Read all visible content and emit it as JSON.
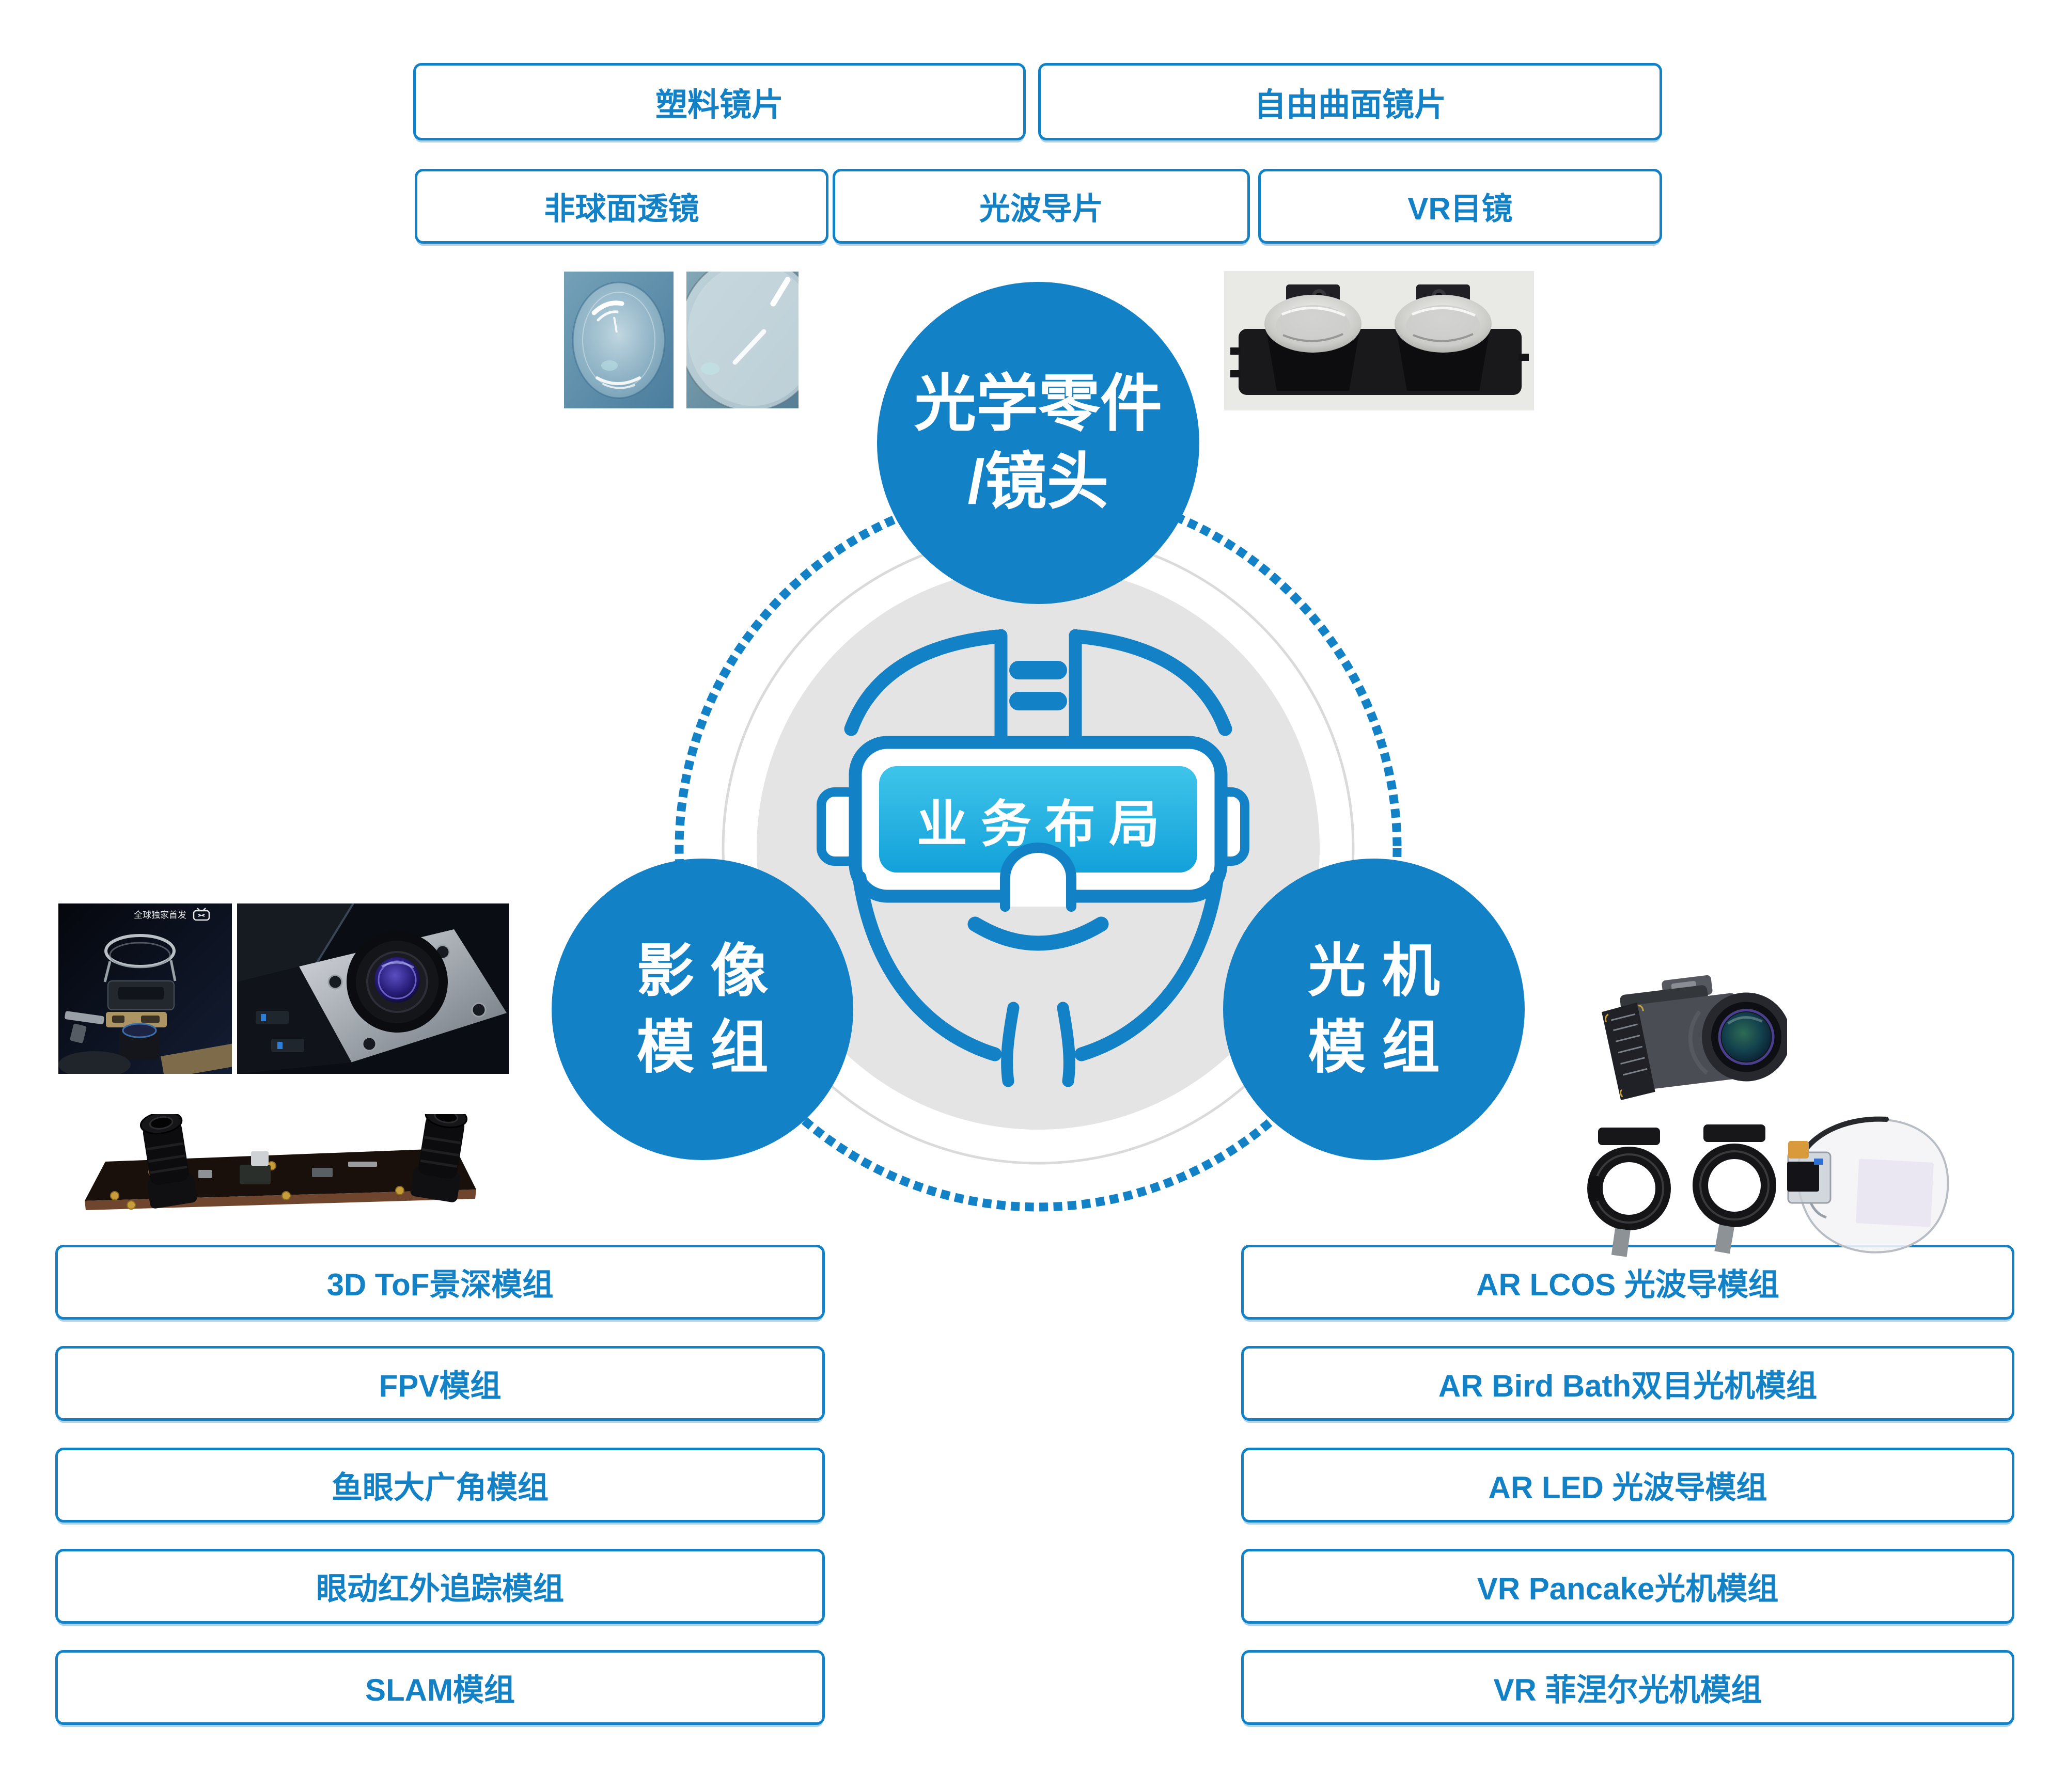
{
  "diagram": {
    "center_title": "业务布局",
    "categories": {
      "optics": {
        "line1": "光学零件",
        "line2": "/镜头"
      },
      "imaging": {
        "line1": "影 像",
        "line2": "模 组"
      },
      "light_engine": {
        "line1": "光 机",
        "line2": "模 组"
      }
    },
    "optics_items": [
      "塑料镜片",
      "自由曲面镜片",
      "非球面透镜",
      "光波导片",
      "VR目镜"
    ],
    "imaging_items": [
      "3D ToF景深模组",
      "FPV模组",
      "鱼眼大广角模组",
      "眼动红外追踪模组",
      "SLAM模组"
    ],
    "light_engine_items": [
      "AR LCOS 光波导模组",
      "AR Bird Bath双目光机模组",
      "AR LED 光波导模组",
      "VR Pancake光机模组",
      "VR 菲涅尔光机模组"
    ],
    "photo_watermark": "全球独家首发",
    "icons": [
      "vr-headset-face-icon",
      "dotted-orbit-circle",
      "bilibili-tv-icon"
    ],
    "colors": {
      "primary_blue": "#1281c6",
      "screen_cyan_top": "#3fc5ea",
      "screen_cyan_bottom": "#12a1da",
      "gray_circle": "#e4e4e4"
    }
  }
}
